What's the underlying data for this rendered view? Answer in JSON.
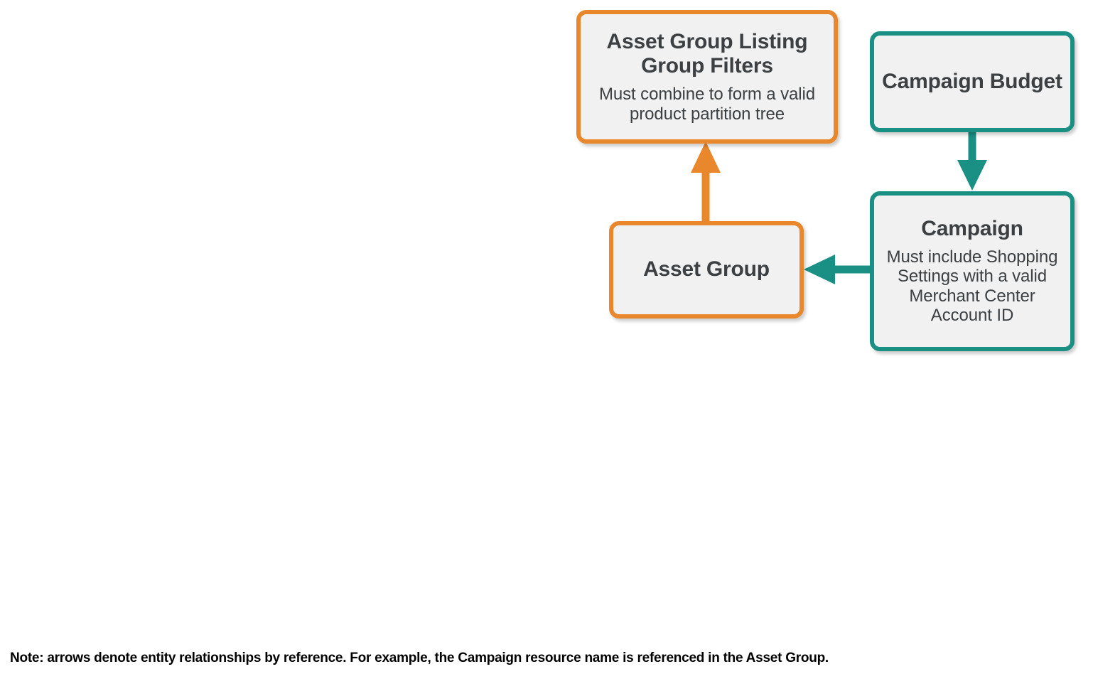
{
  "diagram": {
    "type": "entity-relationship",
    "colors": {
      "orange": "#e8872b",
      "teal": "#1a9085",
      "node_fill": "#f1f1f1",
      "text": "#3c4043",
      "footnote_text": "#000000",
      "background": "#ffffff"
    },
    "nodes": [
      {
        "id": "asset-group-listing-group-filters",
        "title": "Asset Group Listing Group Filters",
        "description": "Must combine to form a valid product partition tree",
        "color": "orange"
      },
      {
        "id": "campaign-budget",
        "title": "Campaign Budget",
        "description": "",
        "color": "teal"
      },
      {
        "id": "asset-group",
        "title": "Asset Group",
        "description": "",
        "color": "orange"
      },
      {
        "id": "campaign",
        "title": "Campaign",
        "description": "Must include Shopping Settings with a valid Merchant Center Account ID",
        "color": "teal"
      }
    ],
    "edges": [
      {
        "id": "asset-group-to-filters",
        "from": "asset-group",
        "to": "asset-group-listing-group-filters",
        "direction": "up",
        "color": "orange"
      },
      {
        "id": "budget-to-campaign",
        "from": "campaign-budget",
        "to": "campaign",
        "direction": "down",
        "color": "teal"
      },
      {
        "id": "campaign-to-asset-group",
        "from": "campaign",
        "to": "asset-group",
        "direction": "left",
        "color": "teal"
      }
    ]
  },
  "footnote": {
    "text": "Note: arrows denote entity relationships by reference. For example, the Campaign resource name is referenced in the Asset Group."
  }
}
